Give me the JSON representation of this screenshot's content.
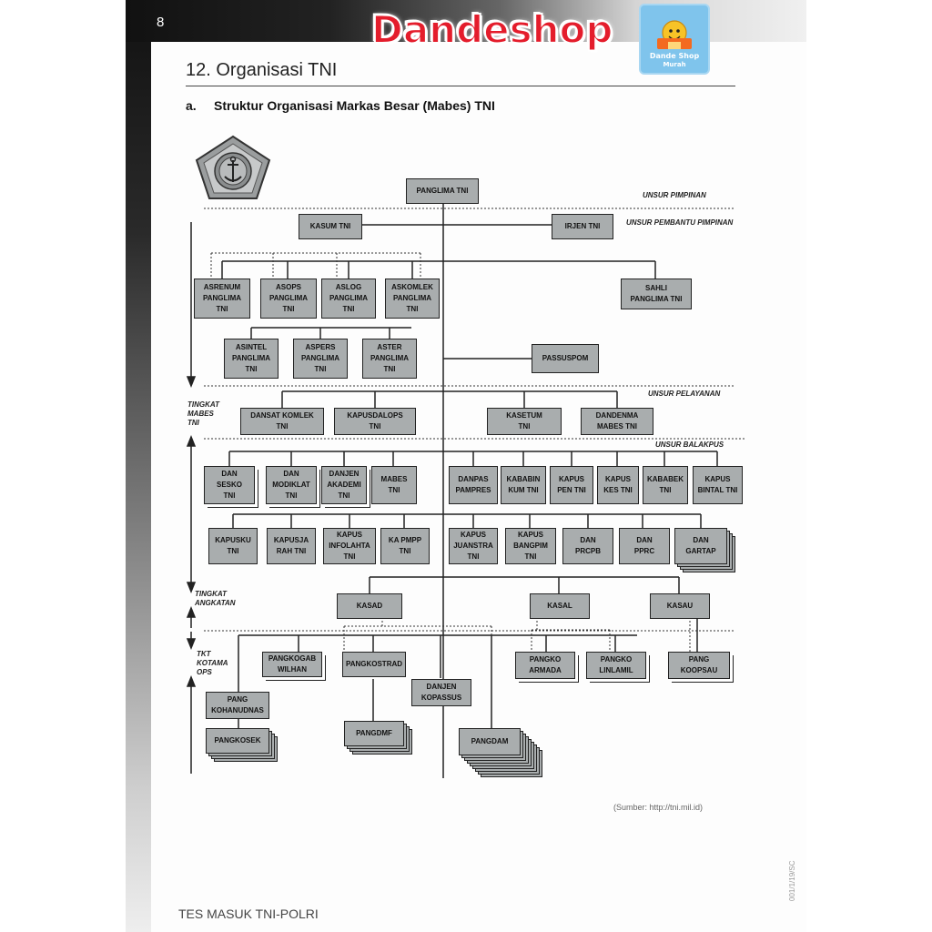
{
  "page_number": "8",
  "brand": {
    "name": "Dandeshop",
    "logo_text": "DandeShop Murah"
  },
  "section_title": "12. Organisasi TNI",
  "subsection": {
    "letter": "a.",
    "title": "Struktur Organisasi Markas Besar (Mabes) TNI"
  },
  "labels": {
    "unsur_pimpinan": "UNSUR PIMPINAN",
    "unsur_pembantu": "UNSUR PEMBANTU PIMPINAN",
    "unsur_pelayanan": "UNSUR PELAYANAN",
    "unsur_balakpus": "UNSUR BALAKPUS",
    "tingkat_mabes": "TINGKAT\nMABES\nTNI",
    "tingkat_angkatan": "TINGKAT\nANGKATAN",
    "tkt_kotama": "TKT\nKOTAMA\nOPS"
  },
  "org": {
    "panglima": "PANGLIMA TNI",
    "kasum": "KASUM TNI",
    "irjen": "IRJEN TNI",
    "asrenum": "ASRENUM\nPANGLIMA\nTNI",
    "asops": "ASOPS\nPANGLIMA\nTNI",
    "aslog": "ASLOG\nPANGLIMA\nTNI",
    "askomlek": "ASKOMLEK\nPANGLIMA\nTNI",
    "sahli": "SAHLI\nPANGLIMA TNI",
    "asintel": "ASINTEL\nPANGLIMA\nTNI",
    "aspers": "ASPERS\nPANGLIMA\nTNI",
    "aster": "ASTER\nPANGLIMA\nTNI",
    "passuspom": "PASSUSPOM",
    "dansat_komlek": "DANSAT KOMLEK\nTNI",
    "kapusdalops": "KAPUSDALOPS\nTNI",
    "kasetum": "KASETUM\nTNI",
    "dandenma": "DANDENMA\nMABES TNI",
    "dan_sesko": "DAN\nSESKO\nTNI",
    "dan_modiklat": "DAN\nMODIKLAT\nTNI",
    "danjen_akademi": "DANJEN\nAKADEMI\nTNI",
    "mabes": "MABES\nTNI",
    "danpas_pampres": "DANPAS\nPAMPRES",
    "kababin_kum": "KABABIN\nKUM TNI",
    "kapus_pen": "KAPUS\nPEN TNI",
    "kapus_kes": "KAPUS\nKES TNI",
    "kababek": "KABABEK\nTNI",
    "kapus_bintal": "KAPUS\nBINTAL TNI",
    "kapusku": "KAPUSKU\nTNI",
    "kapusjarah": "KAPUSJA\nRAH TNI",
    "kapus_infolahta": "KAPUS\nINFOLAHTA\nTNI",
    "ka_pmpp": "KA PMPP\nTNI",
    "kapus_juanstra": "KAPUS\nJUANSTRA\nTNI",
    "kapus_bangpim": "KAPUS\nBANGPIM\nTNI",
    "dan_prcpb": "DAN\nPRCPB",
    "dan_pprc": "DAN\nPPRC",
    "dan_gartap": "DAN\nGARTAP",
    "kasad": "KASAD",
    "kasal": "KASAL",
    "kasau": "KASAU",
    "pangkogabwilhan": "PANGKOGAB\nWILHAN",
    "pangkostrad": "PANGKOSTRAD",
    "danjen_kopassus": "DANJEN\nKOPASSUS",
    "pangkoarmada": "PANGKO\nARMADA",
    "pangkolinlamil": "PANGKO\nLINLAMIL",
    "pangkoopsau": "PANG\nKOOPSAU",
    "pang_kohanudnas": "PANG\nKOHANUDNAS",
    "pangkosek": "PANGKOSEK",
    "pangdmf": "PANGDMF",
    "pangdam": "PANGDAM"
  },
  "source": "(Sumber: http://tni.mil.id)",
  "footer": "TES MASUK TNI-POLRI",
  "side_code": "001/1/19/SC"
}
